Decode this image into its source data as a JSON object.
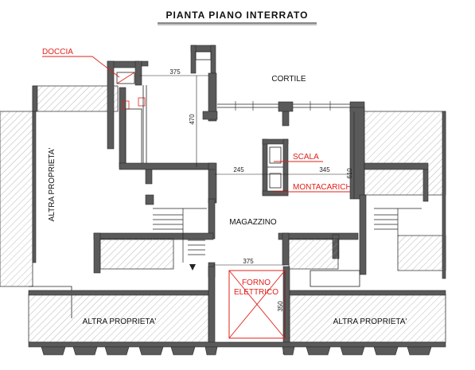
{
  "title": "PIANTA PIANO INTERRATO",
  "rooms": {
    "cortile": "CORTILE",
    "magazzino": "MAGAZZINO",
    "altra_left": "ALTRA PROPRIETA'",
    "altra_bottom_left": "ALTRA PROPRIETA'",
    "altra_bottom_right": "ALTRA PROPRIETA'"
  },
  "callouts": {
    "doccia": "DOCCIA",
    "scala": "SCALA",
    "montacarichi": "MONTACARICHI",
    "forno_line1": "FORNO",
    "forno_line2": "ELETTRICO"
  },
  "dimensions": {
    "top_width": "375",
    "top_height": "470",
    "mid_left": "245",
    "mid_right": "345",
    "right_height": "610",
    "bottom_width": "375",
    "bottom_height": "350"
  },
  "colors": {
    "accent": "#e0201b",
    "wall": "#5a5a5a"
  }
}
